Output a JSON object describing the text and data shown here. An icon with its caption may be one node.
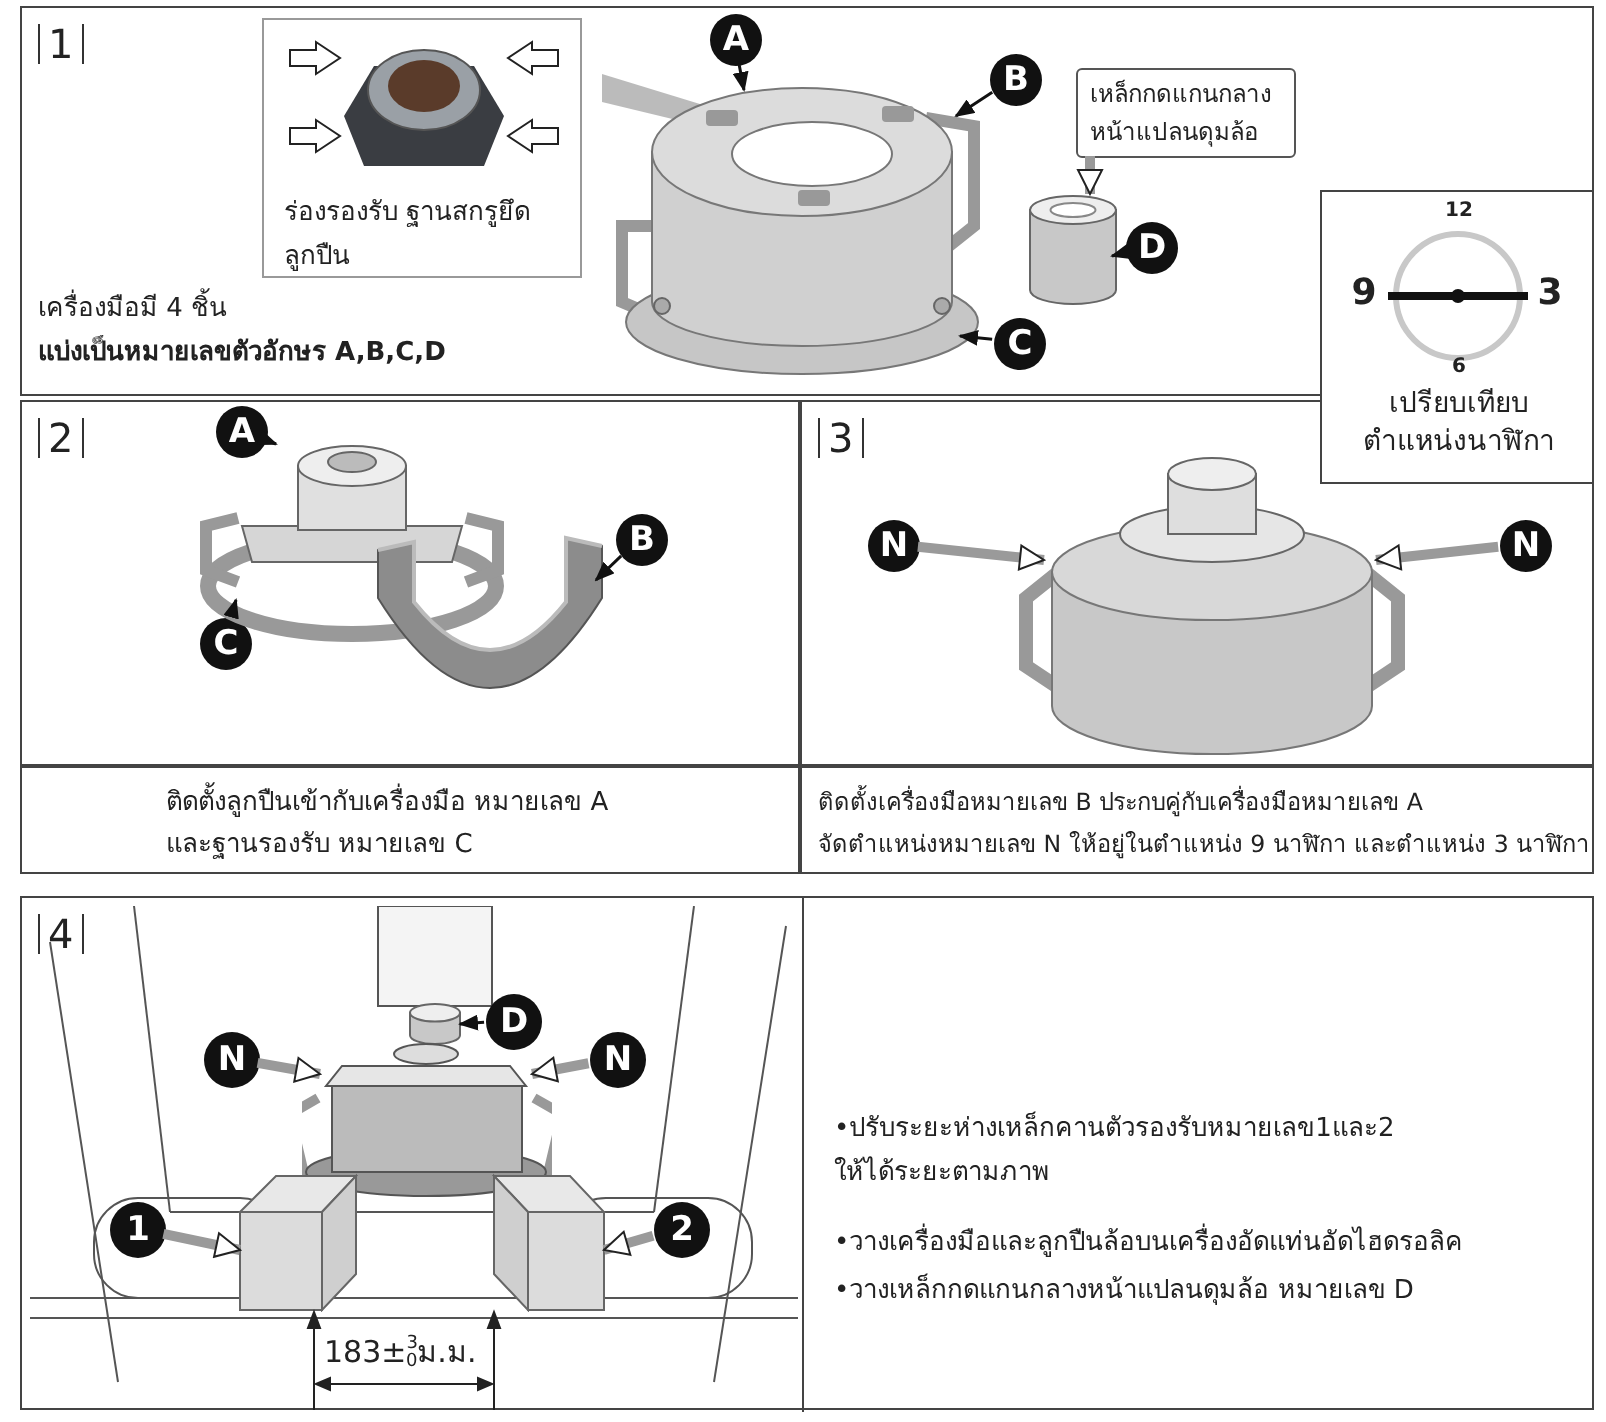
{
  "diagram": {
    "nodes": [
      {
        "text": [
          "1",
          "เครื่องมือมี 4 ชิ้น",
          "แบ่งเป็นหมายเลขตัวอักษร A,B,C,D"
        ]
      },
      {
        "text": [
          "ร่องรองรับ ฐานสกรูยึดลูกปืน"
        ],
        "in": 0
      },
      {
        "text": [
          "A"
        ],
        "in": 0
      },
      {
        "text": [
          "B"
        ],
        "in": 0
      },
      {
        "text": [
          "C"
        ],
        "in": 0
      },
      {
        "text": [
          "D"
        ],
        "in": 0
      },
      {
        "text": [
          "เหล็กกดแกนกลาง หน้าแปลนดุมล้อ"
        ],
        "in": 0
      },
      {
        "text": [],
        "shape": "picture",
        "in": 0
      },
      {
        "text": [],
        "shape": "cylinder",
        "in": 0
      },
      {
        "text": [
          "12",
          "9",
          "3",
          "6",
          "เปรียบเทียบ ตำแหน่งนาฬิกา"
        ]
      },
      {
        "text": [
          "2"
        ]
      },
      {
        "text": [
          "A"
        ],
        "in": 10
      },
      {
        "text": [
          "C"
        ],
        "in": 10
      },
      {
        "text": [
          "B"
        ],
        "in": 10
      },
      {
        "text": [],
        "shape": "picture",
        "in": 10
      },
      {
        "text": [],
        "shape": "picture",
        "in": 10
      },
      {
        "text": [
          "3"
        ]
      },
      {
        "text": [
          "N"
        ],
        "in": 16
      },
      {
        "text": [
          "N"
        ],
        "in": 16
      },
      {
        "text": [],
        "shape": "picture",
        "in": 16
      },
      {
        "text": [
          "ติดตั้งลูกปืนเข้ากับเครื่องมือ หมายเลข A และฐานรองรับ หมายเลข C"
        ]
      },
      {
        "text": [
          "ติดตั้งเครื่องมือหมายเลข B ประกบคู่กับเครื่องมือหมายเลข A จัดตำแหน่งหมายเลข N ให้อยู่ในตำแหน่ง 9 นาฬิกา และตำแหน่ง 3 นาฬิกา"
        ]
      },
      {
        "text": [
          "4"
        ]
      },
      {
        "text": [
          "N"
        ],
        "in": 22
      },
      {
        "text": [
          "D"
        ],
        "in": 22
      },
      {
        "text": [
          "N"
        ],
        "in": 22
      },
      {
        "text": [
          "1"
        ],
        "in": 22
      },
      {
        "text": [
          "2"
        ],
        "in": 22
      },
      {
        "text": [],
        "shape": "cylinder",
        "in": 22
      },
      {
        "text": [],
        "shape": "picture",
        "in": 22
      },
      {
        "text": [],
        "shape": "box",
        "in": 22
      },
      {
        "text": [],
        "shape": "box",
        "in": 22
      },
      {
        "text": [
          "•ปรับระยะห่างเหล็กคานตัวรองรับหมายเลข1และ2 ให้ได้ระยะตามภาพ",
          "•วางเครื่องมือและลูกปืนล้อบนเครื่องอัดแท่นอัดไฮดรอลิค",
          "•วางเหล็กกดแกนกลางหน้าแปลนดุมล้อ หมายเลข D"
        ],
        "in": 22
      }
    ],
    "edges": [
      {
        "from": 2,
        "to": 7,
        "arrow": "to"
      },
      {
        "from": 3,
        "to": 7,
        "arrow": "to"
      },
      {
        "from": 4,
        "to": 7,
        "arrow": "to"
      },
      {
        "from": 5,
        "to": 8,
        "arrow": "to"
      },
      {
        "from": 6,
        "to": 8,
        "arrow": "to",
        "style": "thick",
        "color": "#9a9a9a"
      },
      {
        "from": 11,
        "to": 14,
        "arrow": "to"
      },
      {
        "from": 12,
        "to": 14,
        "arrow": "to"
      },
      {
        "from": 13,
        "to": 15,
        "arrow": "to"
      },
      {
        "from": 17,
        "to": 19,
        "arrow": "to",
        "style": "thick",
        "color": "#9a9a9a"
      },
      {
        "from": 18,
        "to": 19,
        "arrow": "to",
        "style": "thick",
        "color": "#9a9a9a"
      },
      {
        "from": 23,
        "to": 29,
        "arrow": "to",
        "style": "thick",
        "color": "#9a9a9a"
      },
      {
        "from": 24,
        "to": 28,
        "arrow": "to"
      },
      {
        "from": 25,
        "to": 29,
        "arrow": "to",
        "style": "thick",
        "color": "#9a9a9a"
      },
      {
        "from": 26,
        "to": 30,
        "arrow": "to",
        "style": "thick",
        "color": "#9a9a9a"
      },
      {
        "from": 27,
        "to": 31,
        "arrow": "to",
        "style": "thick",
        "color": "#9a9a9a"
      }
    ],
    "labels": [
      "183±$^{3}$$_{0}$ม.ม."
    ]
  }
}
